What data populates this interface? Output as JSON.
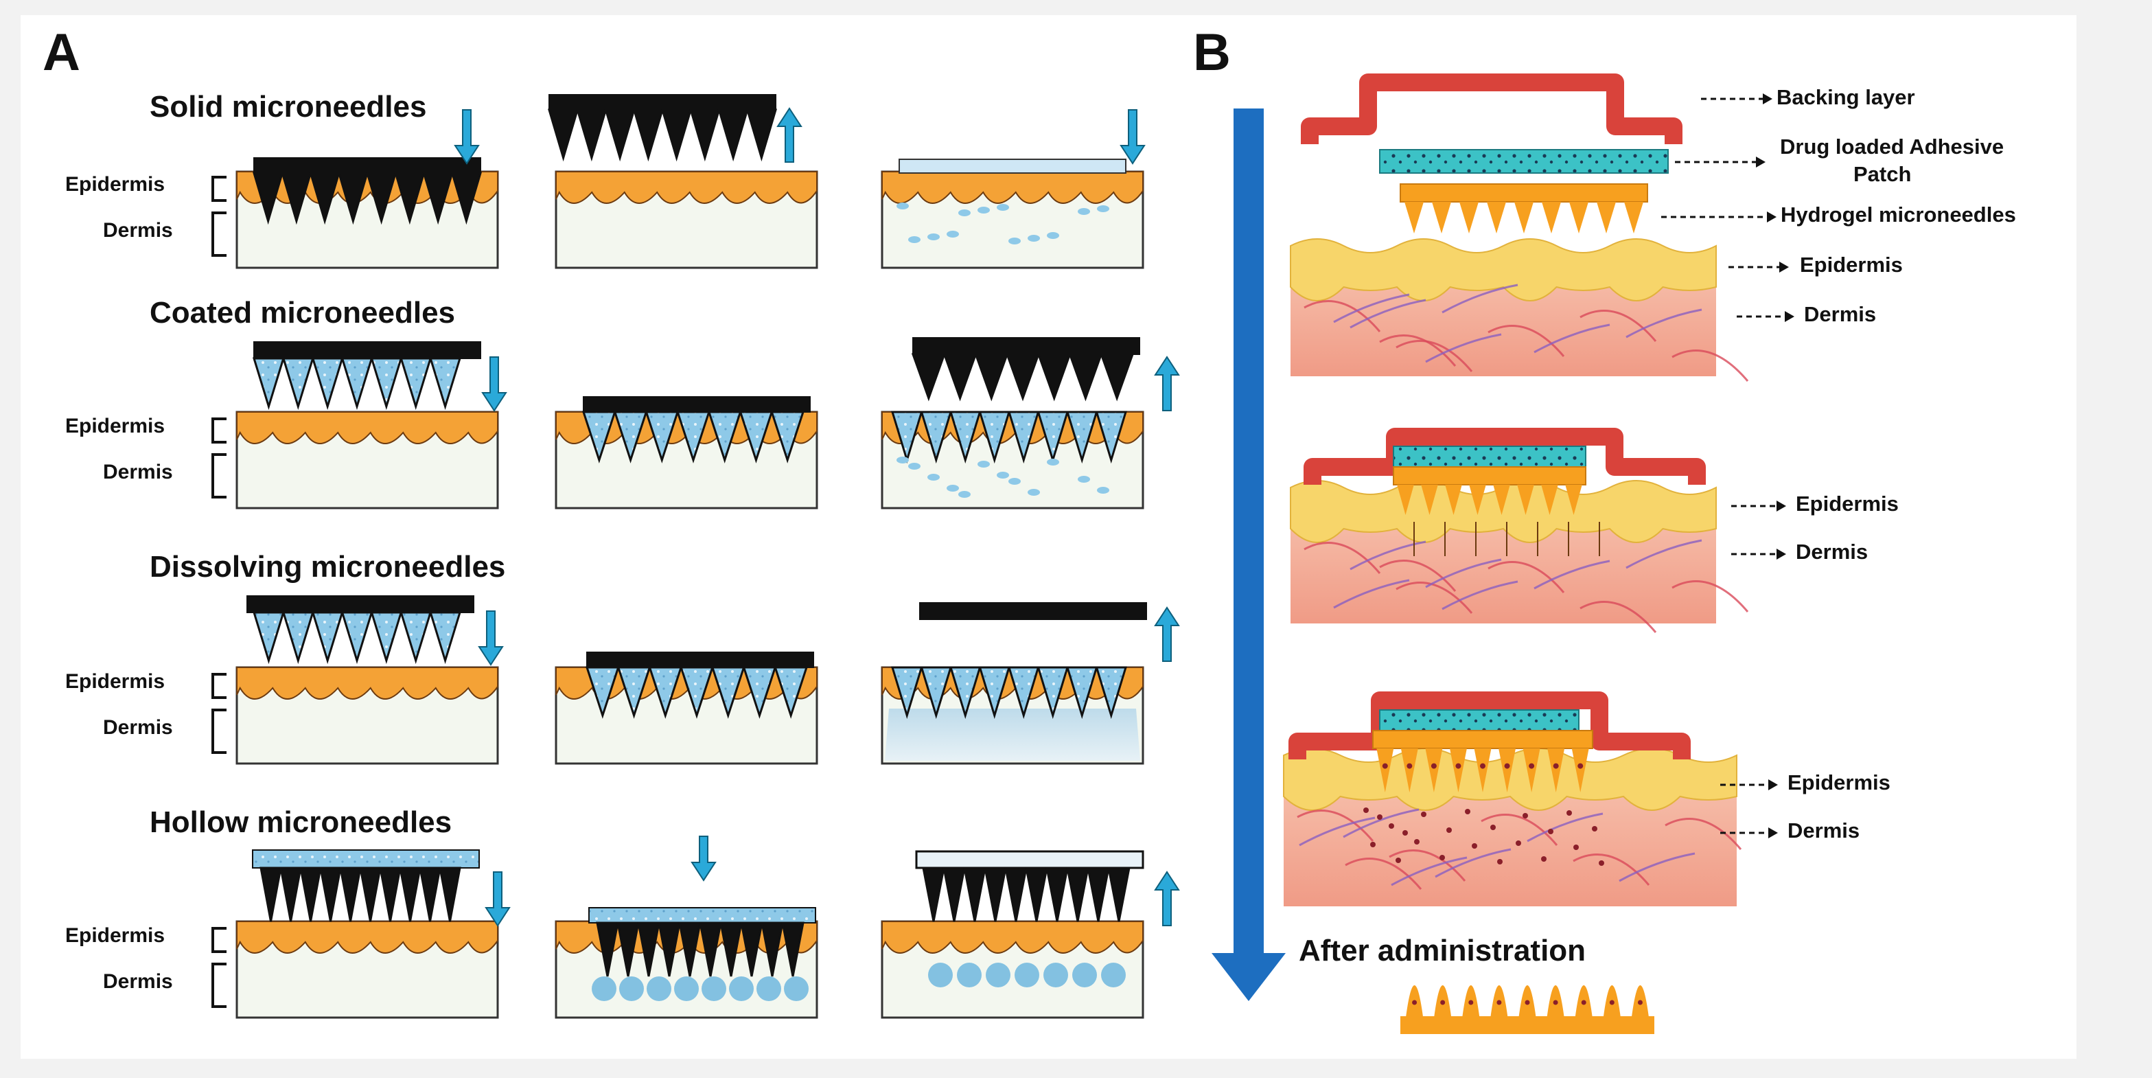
{
  "panel_a": {
    "letter": "A",
    "rows": [
      {
        "title": "Solid microneedles",
        "epidermis": "Epidermis",
        "dermis": "Dermis"
      },
      {
        "title": "Coated microneedles",
        "epidermis": "Epidermis",
        "dermis": "Dermis"
      },
      {
        "title": "Dissolving microneedles",
        "epidermis": "Epidermis",
        "dermis": "Dermis"
      },
      {
        "title": "Hollow microneedles",
        "epidermis": "Epidermis",
        "dermis": "Dermis"
      }
    ]
  },
  "panel_b": {
    "letter": "B",
    "legend": {
      "backing": "Backing layer",
      "drug_line1": "Drug loaded Adhesive",
      "drug_line2": "Patch",
      "hydrogel": "Hydrogel microneedles"
    },
    "stages": [
      {
        "epidermis": "Epidermis",
        "dermis": "Dermis"
      },
      {
        "epidermis": "Epidermis",
        "dermis": "Dermis"
      },
      {
        "epidermis": "Epidermis",
        "dermis": "Dermis"
      }
    ],
    "after": "After administration"
  },
  "colors": {
    "background": "#f2f2f2",
    "panel": "#ffffff",
    "epidermis_orange": "#f4a236",
    "needle_black": "#111111",
    "drug_blue": "#8ec9e8",
    "arrow_cyan": "#2aa9d9",
    "flow_arrow_blue": "#1d6ec0",
    "backing_red": "#d9433b",
    "adhesive_teal": "#3cc2c6",
    "hydrogel_orange": "#f7a01f",
    "skin_yellow": "#f7d56a",
    "dermis_pink": "#f2a48e"
  }
}
